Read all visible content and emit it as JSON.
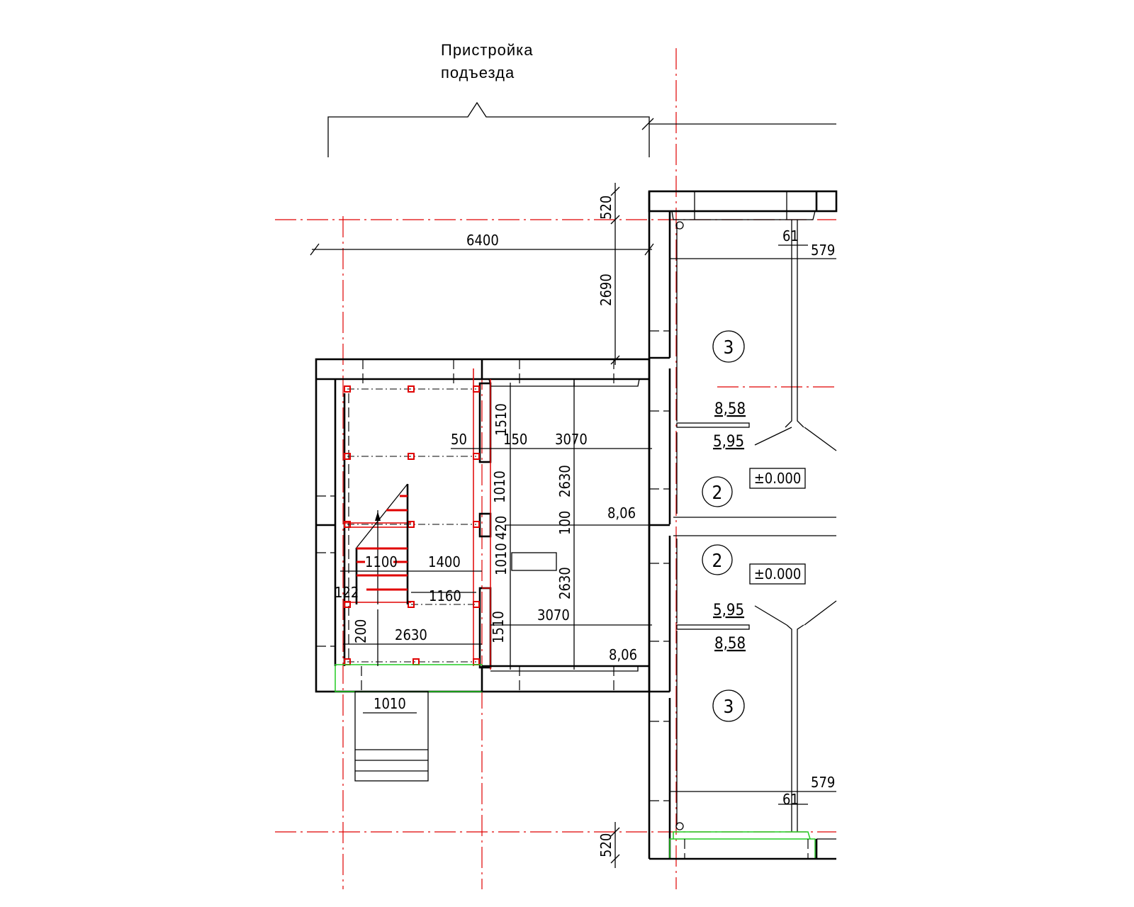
{
  "title": {
    "line1": "Пристройка",
    "line2": "подъезда"
  },
  "colors": {
    "axis": "#e00000",
    "new_element": "#22cc22",
    "lines": "#000000"
  },
  "rooms": [
    {
      "number": "3",
      "area": "8,58",
      "height_mark": "5,95"
    },
    {
      "number": "2",
      "level": "±0.000"
    },
    {
      "number": "2",
      "level": "±0.000"
    },
    {
      "number": "3",
      "area": "8,58",
      "height_mark": "5,95"
    }
  ],
  "dims": {
    "top_520": "520",
    "d6400": "6400",
    "d2690": "2690",
    "d61_top": "61",
    "d579_top": "579",
    "d50": "50",
    "d150": "150",
    "d3070_top": "3070",
    "d1510_top": "1510",
    "d1010_top": "1010",
    "d2630_top": "2630",
    "d806_top": "8,06",
    "d420": "420",
    "d100": "100",
    "d1100": "1100",
    "d1400": "1400",
    "d1010_mid": "1010",
    "d2630_mid": "2630",
    "d1160": "1160",
    "d122": "122",
    "d3070_bot": "3070",
    "d1510_bot": "1510",
    "d200": "200",
    "d2630_h": "2630",
    "d806_bot": "8,06",
    "d1010_porch": "1010",
    "d579_bot": "579",
    "d61_bot": "61",
    "bot_520": "520"
  }
}
